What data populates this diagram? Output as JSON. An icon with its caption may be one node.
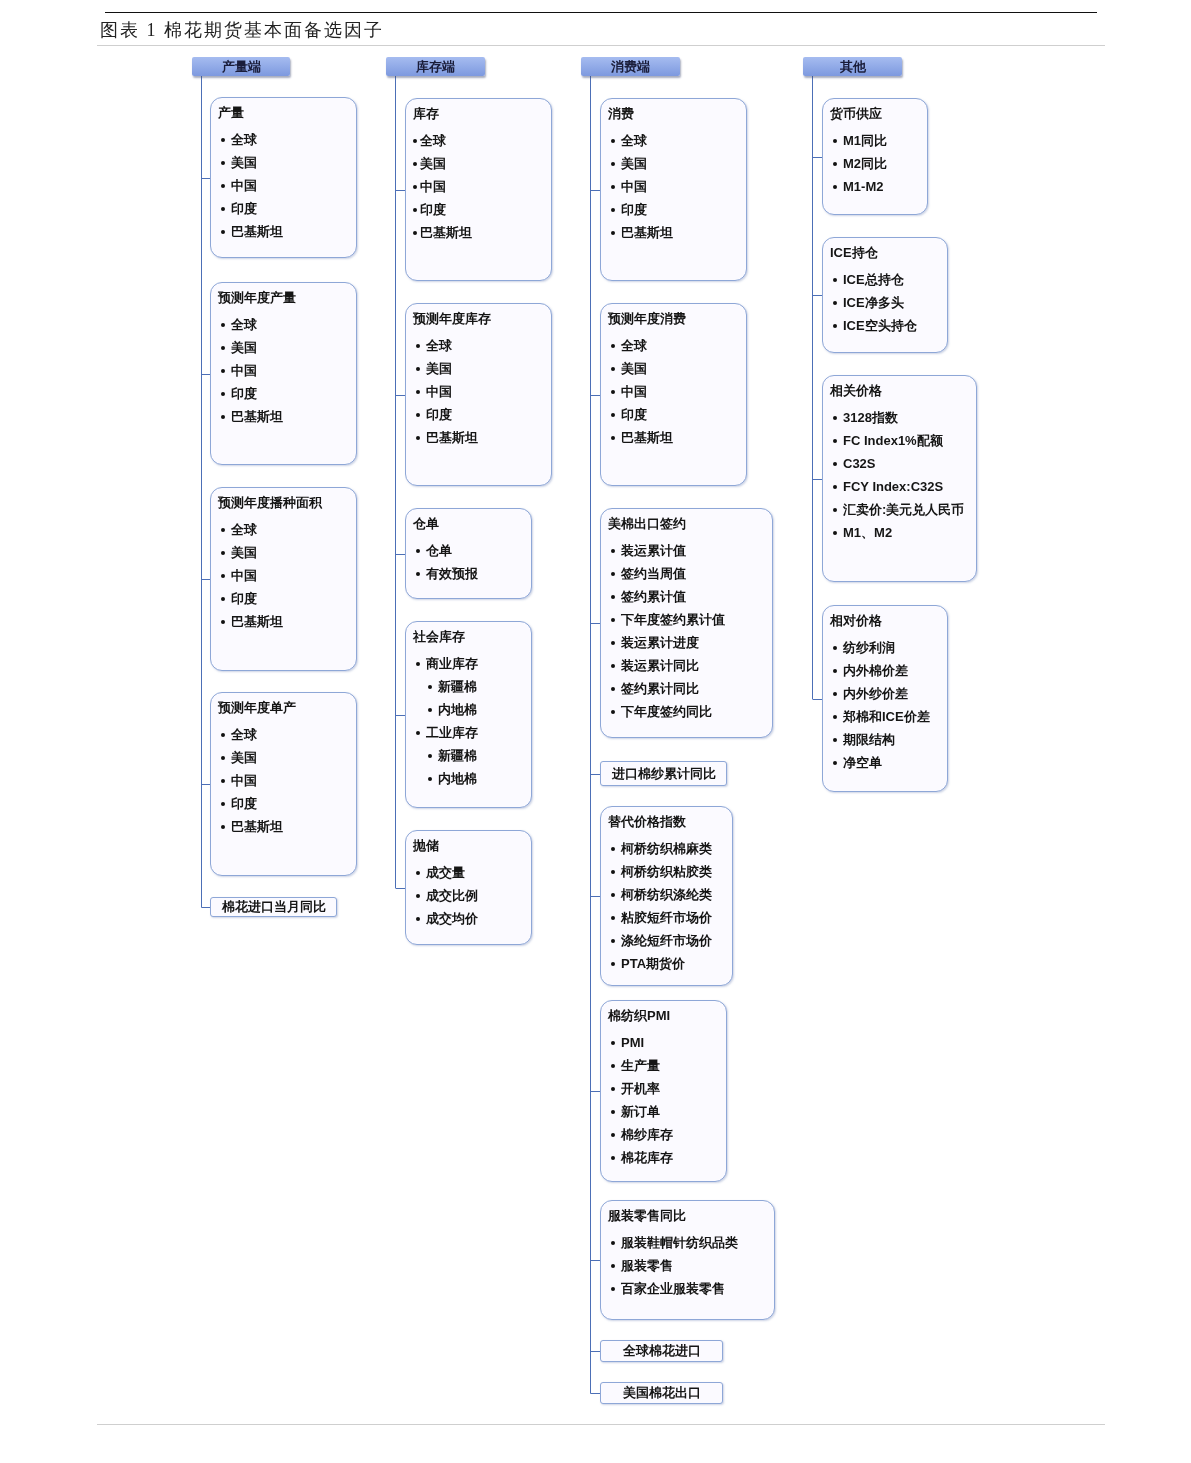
{
  "diagram": {
    "title": "图表 1 棉花期货基本面备选因子",
    "nodes": [
      {
        "text": [
          "产量端"
        ]
      },
      {
        "text": [
          "产量",
          "全球",
          "美国",
          "中国",
          "印度",
          "巴基斯坦"
        ]
      },
      {
        "text": [
          "预测年度产量",
          "全球",
          "美国",
          "中国",
          "印度",
          "巴基斯坦"
        ]
      },
      {
        "text": [
          "预测年度播种面积",
          "全球",
          "美国",
          "中国",
          "印度",
          "巴基斯坦"
        ]
      },
      {
        "text": [
          "预测年度单产",
          "全球",
          "美国",
          "中国",
          "印度",
          "巴基斯坦"
        ]
      },
      {
        "text": [
          "棉花进口当月同比"
        ]
      },
      {
        "text": [
          "库存端"
        ]
      },
      {
        "text": [
          "库存",
          "全球",
          "美国",
          "中国",
          "印度",
          "巴基斯坦"
        ]
      },
      {
        "text": [
          "预测年度库存",
          "全球",
          "美国",
          "中国",
          "印度",
          "巴基斯坦"
        ]
      },
      {
        "text": [
          "仓单",
          "仓单",
          "有效预报"
        ]
      },
      {
        "text": [
          "社会库存",
          "商业库存",
          "新疆棉",
          "内地棉",
          "工业库存",
          "新疆棉",
          "内地棉"
        ]
      },
      {
        "text": [
          "抛储",
          "成交量",
          "成交比例",
          "成交均价"
        ]
      },
      {
        "text": [
          "消费端"
        ]
      },
      {
        "text": [
          "消费",
          "全球",
          "美国",
          "中国",
          "印度",
          "巴基斯坦"
        ]
      },
      {
        "text": [
          "预测年度消费",
          "全球",
          "美国",
          "中国",
          "印度",
          "巴基斯坦"
        ]
      },
      {
        "text": [
          "美棉出口签约",
          "装运累计值",
          "签约当周值",
          "签约累计值",
          "下年度签约累计值",
          "装运累计进度",
          "装运累计同比",
          "签约累计同比",
          "下年度签约同比"
        ]
      },
      {
        "text": [
          "进口棉纱累计同比"
        ]
      },
      {
        "text": [
          "替代价格指数",
          "柯桥纺织棉麻类",
          "柯桥纺织粘胶类",
          "柯桥纺织涤纶类",
          "粘胶短纤市场价",
          "涤纶短纤市场价",
          "PTA期货价"
        ]
      },
      {
        "text": [
          "棉纺织PMI",
          "PMI",
          "生产量",
          "开机率",
          "新订单",
          "棉纱库存",
          "棉花库存"
        ]
      },
      {
        "text": [
          "服装零售同比",
          "服装鞋帽针纺织品类",
          "服装零售",
          "百家企业服装零售"
        ]
      },
      {
        "text": [
          "全球棉花进口"
        ]
      },
      {
        "text": [
          "美国棉花出口"
        ]
      },
      {
        "text": [
          "其他"
        ]
      },
      {
        "text": [
          "货币供应",
          "M1同比",
          "M2同比",
          "M1-M2"
        ]
      },
      {
        "text": [
          "ICE持仓",
          "ICE总持仓",
          "ICE净多头",
          "ICE空头持仓"
        ]
      },
      {
        "text": [
          "相关价格",
          "3128指数",
          "FC Index1%配额",
          "C32S",
          "FCY Index:C32S",
          "汇卖价:美元兑人民币",
          "M1、M2"
        ]
      },
      {
        "text": [
          "相对价格",
          "纺纱利润",
          "内外棉价差",
          "内外纱价差",
          "郑棉和ICE价差",
          "期限结构",
          "净空单"
        ]
      }
    ],
    "edges": [
      {
        "from": 0,
        "to": 1,
        "arrow": "none"
      },
      {
        "from": 0,
        "to": 2,
        "arrow": "none"
      },
      {
        "from": 0,
        "to": 3,
        "arrow": "none"
      },
      {
        "from": 0,
        "to": 4,
        "arrow": "none"
      },
      {
        "from": 0,
        "to": 5,
        "arrow": "none"
      },
      {
        "from": 6,
        "to": 7,
        "arrow": "none"
      },
      {
        "from": 6,
        "to": 8,
        "arrow": "none"
      },
      {
        "from": 6,
        "to": 9,
        "arrow": "none"
      },
      {
        "from": 6,
        "to": 10,
        "arrow": "none"
      },
      {
        "from": 6,
        "to": 11,
        "arrow": "none"
      },
      {
        "from": 12,
        "to": 13,
        "arrow": "none"
      },
      {
        "from": 12,
        "to": 14,
        "arrow": "none"
      },
      {
        "from": 12,
        "to": 15,
        "arrow": "none"
      },
      {
        "from": 12,
        "to": 16,
        "arrow": "none"
      },
      {
        "from": 12,
        "to": 17,
        "arrow": "none"
      },
      {
        "from": 12,
        "to": 18,
        "arrow": "none"
      },
      {
        "from": 12,
        "to": 19,
        "arrow": "none"
      },
      {
        "from": 12,
        "to": 20,
        "arrow": "none"
      },
      {
        "from": 12,
        "to": 21,
        "arrow": "none"
      },
      {
        "from": 22,
        "to": 23,
        "arrow": "none"
      },
      {
        "from": 22,
        "to": 24,
        "arrow": "none"
      },
      {
        "from": 22,
        "to": 25,
        "arrow": "none"
      },
      {
        "from": 22,
        "to": 26,
        "arrow": "none"
      }
    ]
  }
}
